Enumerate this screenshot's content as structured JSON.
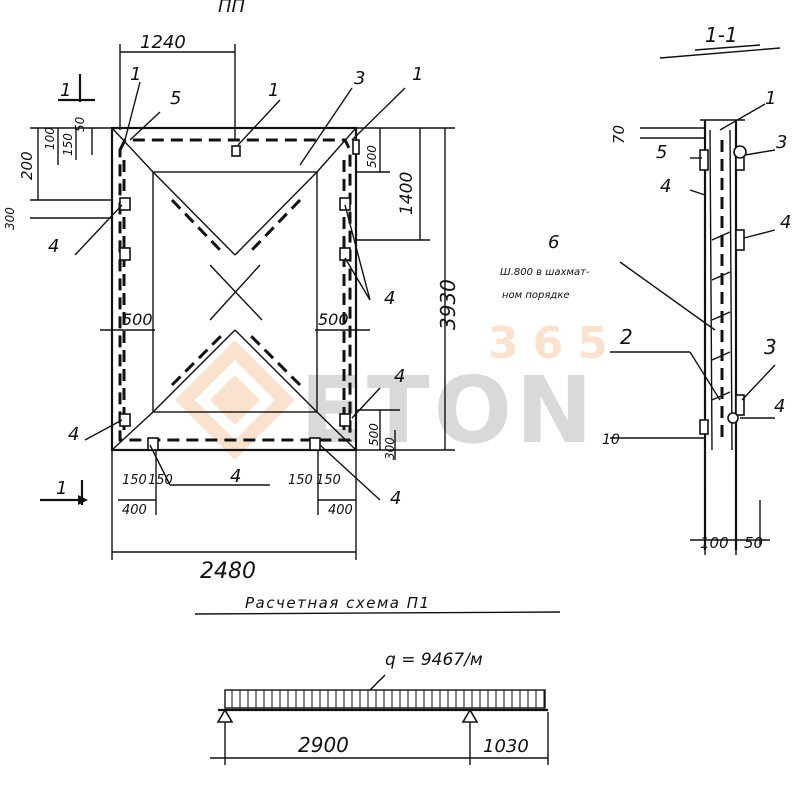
{
  "plan": {
    "title_fragment": "ПП",
    "section_mark": "1",
    "dims": {
      "top_width": "1240",
      "total_width": "2480",
      "height": "3930",
      "right_upper": "1400",
      "left_stack": [
        "200",
        "50",
        "100",
        "150",
        "300"
      ],
      "right_top_small": "500",
      "mid_left": "500",
      "mid_right": "500",
      "bottom_right_small": [
        "500",
        "300"
      ],
      "bottom_left": [
        "150",
        "150",
        "400"
      ],
      "bottom_right": [
        "150",
        "150",
        "400"
      ]
    },
    "leaders": {
      "top_left_1": "1",
      "top_5": "5",
      "top_center_1": "1",
      "top_3": "3",
      "top_right_1": "1",
      "left_4_upper": "4",
      "right_4_upper": "4",
      "right_4_lower": "4",
      "left_4_lower": "4",
      "bottom_4_left": "4",
      "bottom_4_right": "4"
    }
  },
  "section": {
    "title": "1-1",
    "dims": {
      "top": "70",
      "bottom_left": "100",
      "bottom_right": "50",
      "small": "10"
    },
    "leaders": {
      "l1": "1",
      "l3_top": "3",
      "l5": "5",
      "l4_left": "4",
      "l4_right": "4",
      "l6": "6",
      "l2": "2",
      "l3_bottom": "3",
      "l4_bottom": "4"
    },
    "note_line1": "Ш.800 в шахмат-",
    "note_line2": "ном порядке"
  },
  "scheme": {
    "title": "Расчетная схема П1",
    "load": "q = 9467/м",
    "span_left": "2900",
    "span_right": "1030"
  },
  "watermark": {
    "number": "365",
    "brand": "ETON"
  }
}
